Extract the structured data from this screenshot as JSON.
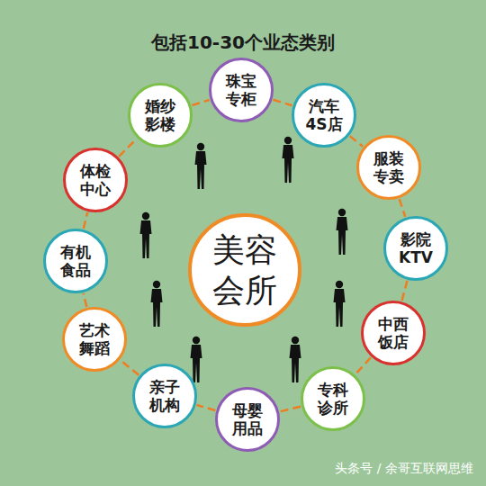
{
  "diagram": {
    "title": "包括10-30个业态类别",
    "nodes": [
      {
        "text": [
          "珠宝 专柜"
        ]
      },
      {
        "text": [
          "汽车 4S店"
        ]
      },
      {
        "text": [
          "服装 专卖"
        ]
      },
      {
        "text": [
          "影院 KTV"
        ]
      },
      {
        "text": [
          "中西 饭店"
        ]
      },
      {
        "text": [
          "专科 诊所"
        ]
      },
      {
        "text": [
          "母婴 用品"
        ]
      },
      {
        "text": [
          "亲子 机构"
        ]
      },
      {
        "text": [
          "艺术 舞蹈"
        ]
      },
      {
        "text": [
          "有机 食品"
        ]
      },
      {
        "text": [
          "体检 中心"
        ]
      },
      {
        "text": [
          "婚纱 影楼"
        ]
      },
      {
        "text": [
          "美容 会所"
        ]
      }
    ],
    "edges": [
      {
        "from": 0,
        "to": 1,
        "arrow": "none"
      },
      {
        "from": 1,
        "to": 2,
        "arrow": "none"
      },
      {
        "from": 2,
        "to": 3,
        "arrow": "none"
      },
      {
        "from": 3,
        "to": 4,
        "arrow": "none"
      },
      {
        "from": 4,
        "to": 5,
        "arrow": "none"
      },
      {
        "from": 5,
        "to": 6,
        "arrow": "none"
      },
      {
        "from": 6,
        "to": 7,
        "arrow": "none"
      },
      {
        "from": 7,
        "to": 8,
        "arrow": "none"
      },
      {
        "from": 8,
        "to": 9,
        "arrow": "none"
      },
      {
        "from": 9,
        "to": 10,
        "arrow": "none"
      },
      {
        "from": 10,
        "to": 11,
        "arrow": "none"
      },
      {
        "from": 11,
        "to": 0,
        "arrow": "none"
      }
    ],
    "labels": [
      "头条号 / 余哥互联网思维"
    ]
  }
}
